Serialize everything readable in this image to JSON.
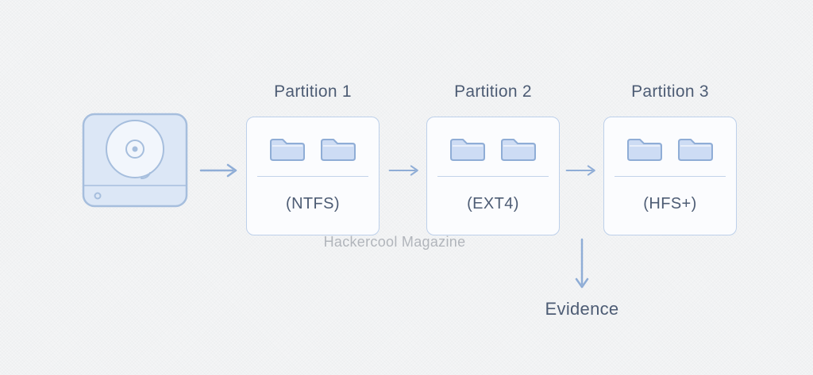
{
  "diagram": {
    "watermark": "Hackercool Magazine",
    "evidence_label": "Evidence"
  },
  "partitions": [
    {
      "title": "Partition 1",
      "filesystem": "(NTFS)"
    },
    {
      "title": "Partition 2",
      "filesystem": "(EXT4)"
    },
    {
      "title": "Partition 3",
      "filesystem": "(HFS+)"
    }
  ],
  "icons": {
    "disk": "hard-disk-icon",
    "folder": "folder-icon",
    "arrow_right": "arrow-right-icon",
    "arrow_down": "arrow-down-icon"
  },
  "colors": {
    "background": "#f4f5f6",
    "box_fill": "#fbfcfe",
    "box_border": "#bdd0ea",
    "folder_fill": "#cddcf4",
    "folder_stroke": "#8fadd6",
    "arrow": "#8fadd6",
    "disk_fill": "#dce7f6",
    "disk_stroke": "#a6bedd",
    "text": "#4d5c74",
    "watermark_text": "#b1b5bb"
  }
}
